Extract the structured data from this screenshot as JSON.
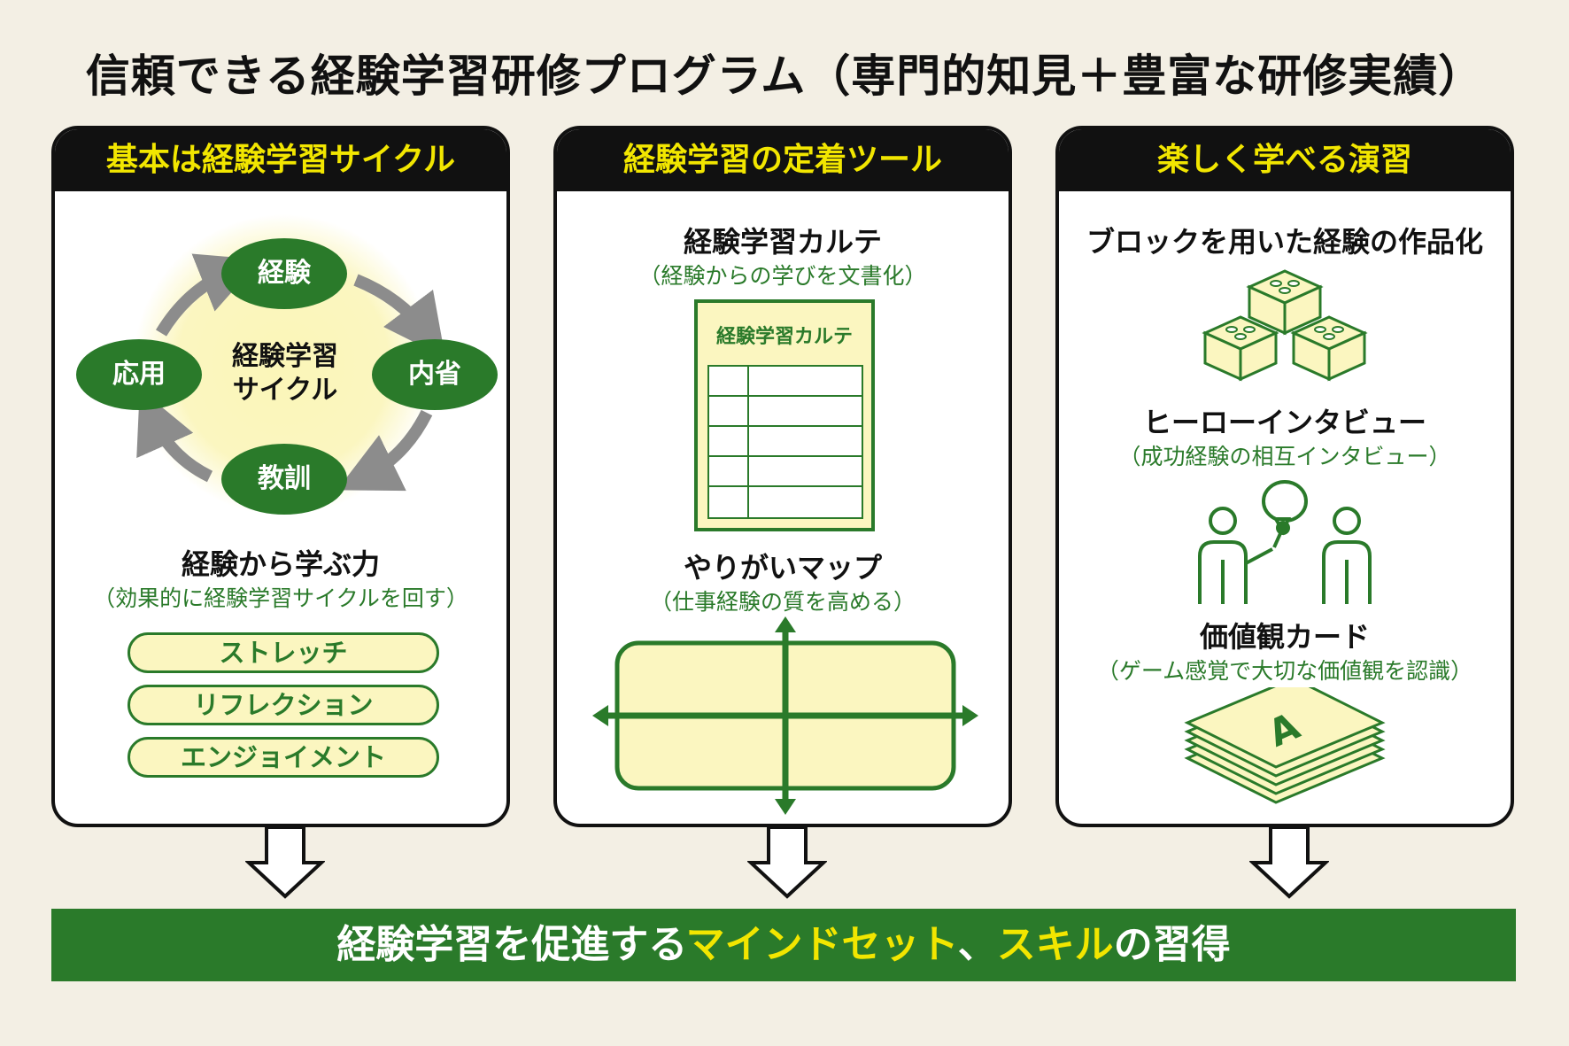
{
  "title": "信頼できる経験学習研修プログラム（専門的知見＋豊富な研修実績）",
  "panels": [
    {
      "header": "基本は経験学習サイクル",
      "cycle": {
        "center": [
          "経験学習",
          "サイクル"
        ],
        "nodes": {
          "top": "経験",
          "right": "内省",
          "bottom": "教訓",
          "left": "応用"
        }
      },
      "heading": "経験から学ぶ力",
      "subheading": "（効果的に経験学習サイクルを回す）",
      "pills": [
        "ストレッチ",
        "リフレクション",
        "エンジョイメント"
      ]
    },
    {
      "header": "経験学習の定着ツール",
      "tool1_title": "経験学習カルテ",
      "tool1_sub": "（経験からの学びを文書化）",
      "sheet_label": "経験学習カルテ",
      "tool2_title": "やりがいマップ",
      "tool2_sub": "（仕事経験の質を高める）"
    },
    {
      "header": "楽しく学べる演習",
      "item1_title": "ブロックを用いた経験の作品化",
      "item2_title": "ヒーローインタビュー",
      "item2_sub": "（成功経験の相互インタビュー）",
      "item3_title": "価値観カード",
      "item3_sub": "（ゲーム感覚で大切な価値観を認識）",
      "card_letter": "A"
    }
  ],
  "bottom": {
    "part1": "経験学習を促進する",
    "part2": "マインドセット",
    "part3": "、",
    "part4": "スキル",
    "part5": "の習得"
  },
  "colors": {
    "green": "#2a7a2a",
    "yellow": "#f2e600",
    "pale_yellow": "#fbf6c0",
    "background": "#f3efe4"
  }
}
